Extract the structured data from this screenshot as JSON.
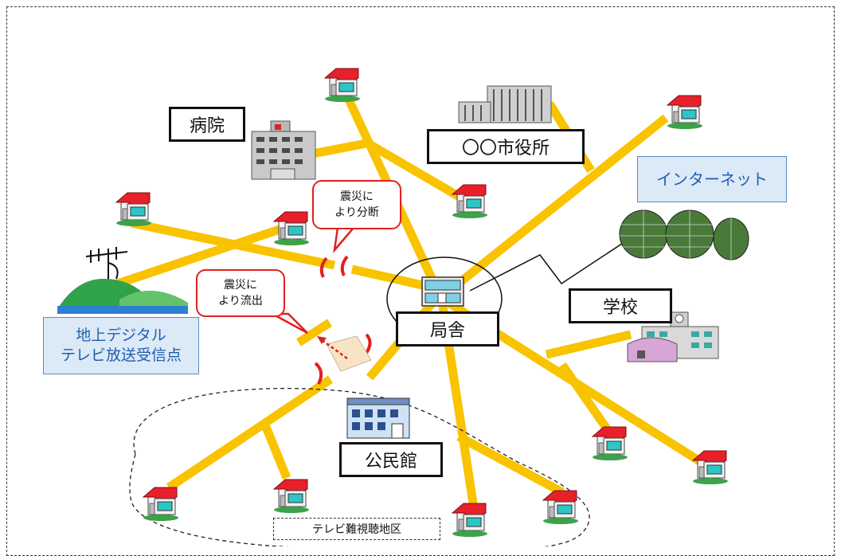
{
  "labels": {
    "hospital": "病院",
    "city_hall": "〇〇市役所",
    "internet": "インターネット",
    "school": "学校",
    "station": "局舎",
    "community_center": "公民館",
    "reception_line1": "地上デジタル",
    "reception_line2": "テレビ放送受信点",
    "district": "テレビ難視聴地区"
  },
  "callouts": {
    "severed_line1": "震災に",
    "severed_line2": "より分断",
    "washed_line1": "震災に",
    "washed_line2": "より流出"
  },
  "colors": {
    "cable": "#f9c300",
    "damage": "#e02020",
    "house_roof": "#e8202a",
    "house_wall": "#f2f2f2",
    "house_window": "#2ec5c5",
    "hill": "#2fa24a",
    "water": "#2d7fd1",
    "blue_label_bg": "#dce9f7",
    "blue_label_text": "#1f5fb0"
  },
  "icons": [
    "house-icon",
    "hospital-building-icon",
    "city-hall-building-icon",
    "globe-icon",
    "school-building-icon",
    "station-building-icon",
    "community-center-building-icon",
    "antenna-icon",
    "hills-icon"
  ]
}
